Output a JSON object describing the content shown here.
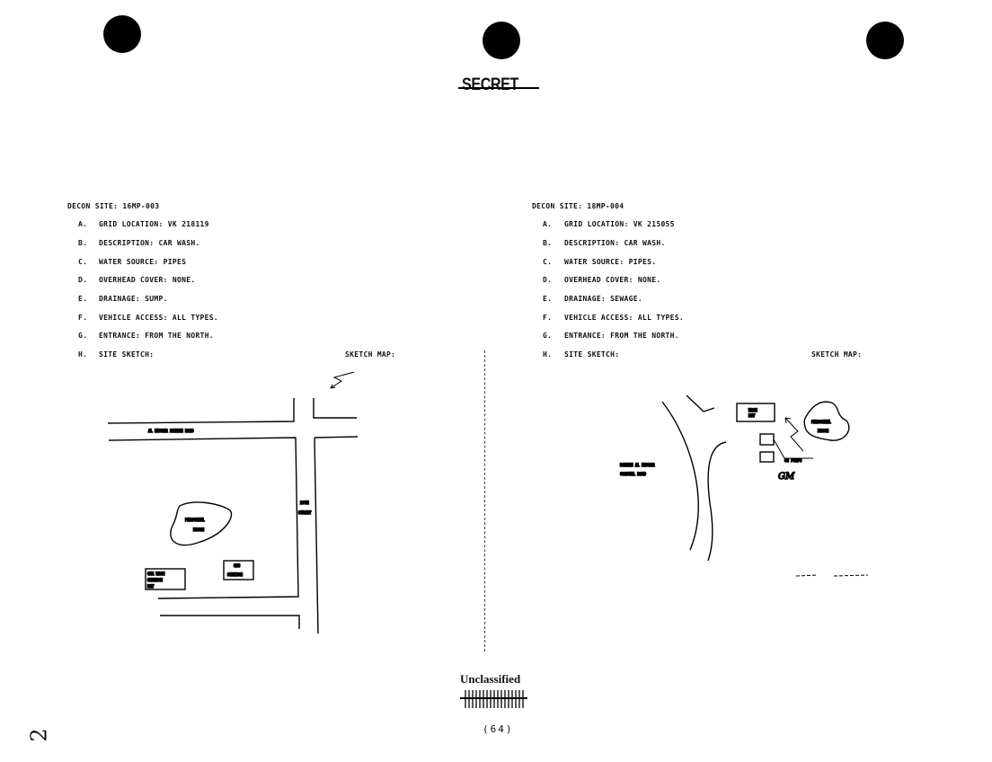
{
  "header": {
    "classification": "SECRET"
  },
  "left_site": {
    "title": "DECON SITE:  16MP-003",
    "items": [
      {
        "letter": "A.",
        "text": "GRID LOCATION:  VK 218119"
      },
      {
        "letter": "B.",
        "text": "DESCRIPTION:  CAR WASH."
      },
      {
        "letter": "C.",
        "text": "WATER SOURCE:  PIPES"
      },
      {
        "letter": "D.",
        "text": "OVERHEAD COVER:  NONE."
      },
      {
        "letter": "E.",
        "text": "DRAINAGE:  SUMP."
      },
      {
        "letter": "F.",
        "text": "VEHICLE ACCESS:  ALL TYPES."
      },
      {
        "letter": "G.",
        "text": "ENTRANCE:  FROM THE NORTH."
      },
      {
        "letter": "H.",
        "text": "SITE SKETCH:"
      }
    ],
    "sketch_map_label": "SKETCH MAP:",
    "map_labels": {
      "road": "AL KHOBAR DAMMAM ROAD",
      "street_1": "20TH",
      "street_2": "STREET",
      "decon_1": "PERSONNEL",
      "decon_2": "DECON",
      "wash_1": "CAR WASH",
      "wash_2": "SERVICE",
      "wash_3": "BAY",
      "gas_1": "GAS",
      "gas_2": "STATION"
    }
  },
  "right_site": {
    "title": "DECON SITE:  18MP-004",
    "items": [
      {
        "letter": "A.",
        "text": "GRID LOCATION:  VK 215055"
      },
      {
        "letter": "B.",
        "text": "DESCRIPTION:  CAR WASH."
      },
      {
        "letter": "C.",
        "text": "WATER SOURCE:  PIPES."
      },
      {
        "letter": "D.",
        "text": "OVERHEAD COVER:  NONE."
      },
      {
        "letter": "E.",
        "text": "DRAINAGE:  SEWAGE."
      },
      {
        "letter": "F.",
        "text": "VEHICLE ACCESS:  ALL TYPES."
      },
      {
        "letter": "G.",
        "text": "ENTRANCE:  FROM THE NORTH."
      },
      {
        "letter": "H.",
        "text": "SITE SKETCH:"
      }
    ],
    "sketch_map_label": "SKETCH MAP:",
    "map_labels": {
      "wash_1": "WASH",
      "wash_2": "BAY",
      "decon_1": "PERSONNEL",
      "decon_2": "DECON",
      "pumps": "OW PUMPS",
      "road_1": "DAMMAM AL KHOBAR",
      "road_2": "COASTAL ROAD",
      "initials": "GM"
    }
  },
  "footer": {
    "marking": "Unclassified",
    "page_number": "(64)",
    "margin_note": "2"
  }
}
